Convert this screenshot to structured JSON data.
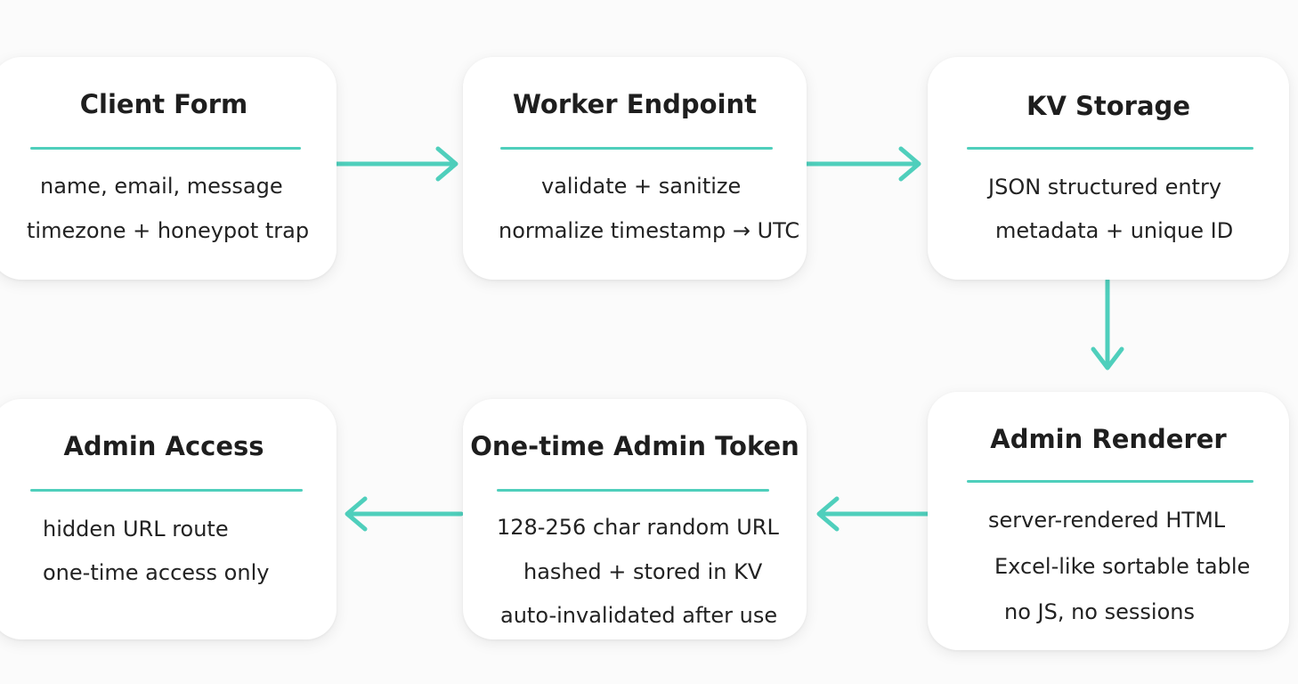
{
  "accent_color": "#4fcfbc",
  "nodes": [
    {
      "title": "Client Form",
      "lines": [
        "name, email, message",
        "timezone + honeypot trap"
      ]
    },
    {
      "title": "Worker Endpoint",
      "lines": [
        "validate + sanitize",
        "normalize timestamp → UTC"
      ]
    },
    {
      "title": "KV Storage",
      "lines": [
        "JSON structured entry",
        "metadata + unique ID"
      ]
    },
    {
      "title": "Admin Renderer",
      "lines": [
        "server-rendered HTML",
        "Excel-like sortable table",
        "no JS, no sessions"
      ]
    },
    {
      "title": "One-time Admin Token",
      "lines": [
        "128-256 char random URL",
        "hashed + stored in KV",
        "auto-invalidated after use"
      ]
    },
    {
      "title": "Admin Access",
      "lines": [
        "hidden URL route",
        "one-time access only"
      ]
    }
  ],
  "edges": [
    {
      "from": "Client Form",
      "to": "Worker Endpoint"
    },
    {
      "from": "Worker Endpoint",
      "to": "KV Storage"
    },
    {
      "from": "KV Storage",
      "to": "Admin Renderer"
    },
    {
      "from": "Admin Renderer",
      "to": "One-time Admin Token"
    },
    {
      "from": "One-time Admin Token",
      "to": "Admin Access"
    }
  ]
}
